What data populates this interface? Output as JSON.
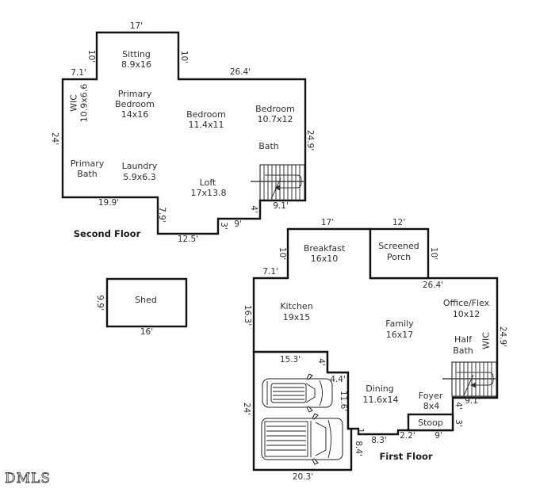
{
  "branding": {
    "logo": "DMLS"
  },
  "colors": {
    "wall": "#111111",
    "text": "#2f2f2f",
    "background": "#ffffff"
  },
  "dims": {
    "ft1": "1'",
    "ft2_2": "2.2'",
    "ft3": "3'",
    "ft4": "4'",
    "ft4_4": "4.4'",
    "ft7_1": "7.1'",
    "ft7_9": "7.9'",
    "ft8_3": "8.3'",
    "ft8_4": "8.4'",
    "ft9": "9'",
    "ft9_1": "9.1'",
    "ft9_9": "9.9'",
    "ft10": "10'",
    "ft11_6": "11.6'",
    "ft12": "12'",
    "ft12_5": "12.5'",
    "ft15_3": "15.3'",
    "ft16": "16'",
    "ft16_3": "16.3'",
    "ft17": "17'",
    "ft19_9": "19.9'",
    "ft20_3": "20.3'",
    "ft24": "24'",
    "ft24_9": "24.9'",
    "ft26_4": "26.4'"
  },
  "second_floor": {
    "title": "Second Floor",
    "sitting": {
      "name": "Sitting",
      "size": "8.9x16"
    },
    "wic": {
      "name": "WIC",
      "size": "10.9x6.6"
    },
    "primary_bedroom": {
      "l1": "Primary",
      "l2": "Bedroom",
      "size": "14x16"
    },
    "bedroom_mid": {
      "name": "Bedroom",
      "size": "11.4x11"
    },
    "bedroom_right": {
      "name": "Bedroom",
      "size": "10.7x12"
    },
    "bath": {
      "name": "Bath"
    },
    "primary_bath": {
      "l1": "Primary",
      "l2": "Bath"
    },
    "laundry": {
      "name": "Laundry",
      "size": "5.9x6.3"
    },
    "loft": {
      "name": "Loft",
      "size": "17x13.8"
    }
  },
  "first_floor": {
    "title": "First Floor",
    "breakfast": {
      "name": "Breakfast",
      "size": "16x10"
    },
    "screened_porch": {
      "l1": "Screened",
      "l2": "Porch"
    },
    "kitchen": {
      "name": "Kitchen",
      "size": "19x15"
    },
    "family": {
      "name": "Family",
      "size": "16x17"
    },
    "office_flex": {
      "name": "Office/Flex",
      "size": "10x12"
    },
    "half_bath": {
      "l1": "Half",
      "l2": "Bath"
    },
    "wic": {
      "name": "WIC"
    },
    "dining": {
      "name": "Dining",
      "size": "11.6x14"
    },
    "foyer": {
      "name": "Foyer",
      "size": "8x4"
    },
    "stoop": {
      "name": "Stoop"
    }
  },
  "shed": {
    "name": "Shed"
  }
}
